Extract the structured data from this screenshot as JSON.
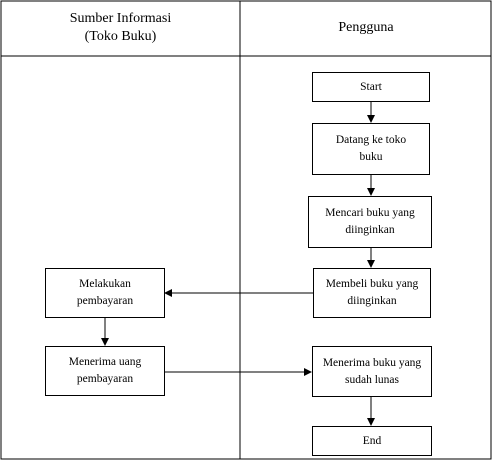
{
  "lanes": {
    "left": {
      "title_line1": "Sumber Informasi",
      "title_line2": "(Toko Buku)"
    },
    "right": {
      "title": "Pengguna"
    }
  },
  "nodes": {
    "start": "Start",
    "datang": {
      "line1": "Datang ke toko",
      "line2": "buku"
    },
    "mencari": {
      "line1": "Mencari buku yang",
      "line2": "diinginkan"
    },
    "membeli": {
      "line1": "Membeli buku yang",
      "line2": "diinginkan"
    },
    "melakukan": {
      "line1": "Melakukan",
      "line2": "pembayaran"
    },
    "menerima_uang": {
      "line1": "Menerima uang",
      "line2": "pembayaran"
    },
    "menerima_buku": {
      "line1": "Menerima buku yang",
      "line2": "sudah lunas"
    },
    "end": "End"
  }
}
